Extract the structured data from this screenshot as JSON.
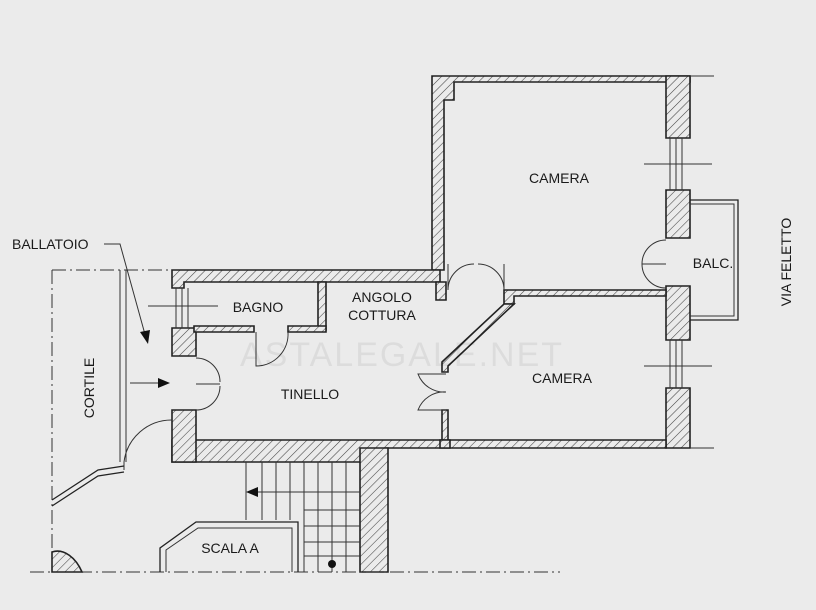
{
  "labels": {
    "camera_top": "CAMERA",
    "camera_bottom": "CAMERA",
    "balcony": "BALC.",
    "street": "VIA FELETTO",
    "gallery": "BALLATOIO",
    "bathroom": "BAGNO",
    "kitchen_line1": "ANGOLO",
    "kitchen_line2": "COTTURA",
    "living": "TINELLO",
    "courtyard": "CORTILE",
    "stairs": "SCALA A"
  },
  "watermark": "ASTALEGALE.NET",
  "colors": {
    "background": "#ebebeb",
    "ink": "#222222"
  }
}
